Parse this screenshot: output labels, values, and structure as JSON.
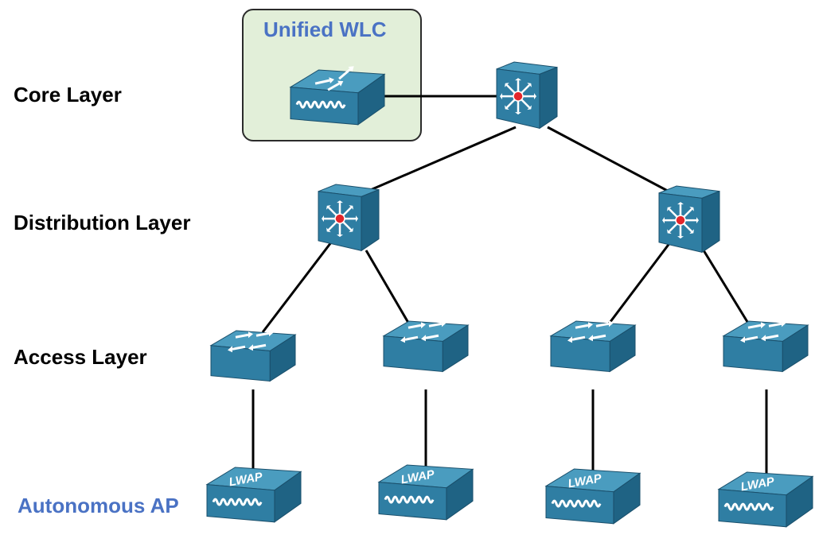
{
  "labels": {
    "core_layer": "Core Layer",
    "distribution_layer": "Distribution Layer",
    "access_layer": "Access Layer",
    "autonomous_ap": "Autonomous AP",
    "unified_wlc": "Unified WLC"
  },
  "ap_label": "LWAP",
  "colors": {
    "device_top": "#4a9cbf",
    "device_side": "#2f7ea3",
    "device_front": "#1f6384",
    "wlc_box_fill": "#e2efd9",
    "label_blue": "#4a72c4",
    "link": "#000000",
    "router_core": "#e3262b"
  },
  "icons": [
    "multilayer-switch-icon",
    "switch-icon",
    "lwap-icon",
    "wlc-icon"
  ]
}
